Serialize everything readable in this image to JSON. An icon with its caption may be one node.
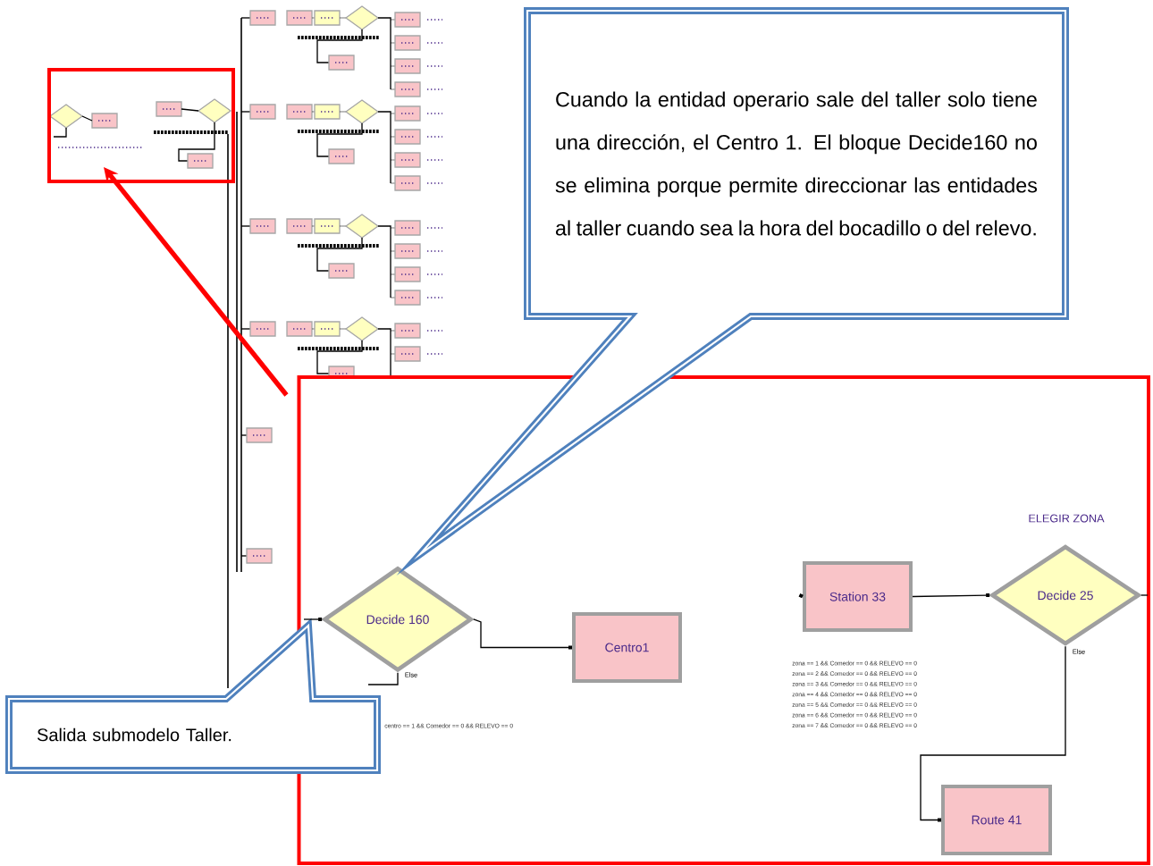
{
  "diagram": {
    "nodes": [
      {
        "text": [],
        "shape": "box"
      },
      {
        "text": [
          "Cuando la entidad operario sale del taller solo tiene una dirección, el Centro 1. El bloque Decide160 no se elimina porque permite direccionar las entidades al taller cuando sea la hora del bocadillo o del relevo."
        ]
      },
      {
        "text": [],
        "shape": "box"
      },
      {
        "text": [
          "Decide 160"
        ],
        "in": 2
      },
      {
        "text": [
          "Centro1"
        ],
        "in": 2
      },
      {
        "text": [
          "Station 33"
        ],
        "in": 2
      },
      {
        "text": [
          "Decide 25"
        ],
        "in": 2
      },
      {
        "text": [
          "Route 41"
        ],
        "in": 2
      },
      {
        "text": [
          "Salida submodelo Taller."
        ]
      }
    ],
    "edges": [
      {
        "from": 3,
        "to": 4,
        "arrow": "other"
      },
      {
        "from": null,
        "to": 3,
        "arrow": "other"
      },
      {
        "from": 3,
        "to": null,
        "arrow": "none",
        "label": "Else"
      },
      {
        "from": null,
        "to": 5,
        "arrow": "other"
      },
      {
        "from": 5,
        "to": 6,
        "arrow": "other"
      },
      {
        "from": 6,
        "to": null,
        "arrow": "none"
      },
      {
        "from": 6,
        "to": 7,
        "arrow": "other",
        "label": "Else"
      },
      {
        "from": 2,
        "to": 0,
        "arrow": "to",
        "style": "thick",
        "color": "#ff0000"
      }
    ],
    "labels": [
      "ELEGIR ZONA",
      "centro == 1 && Comedor == 0 && RELEVO == 0",
      "zona == 1 && Comedor == 0 && RELEVO == 0",
      "zona == 2 && Comedor == 0 && RELEVO == 0",
      "zona == 3 && Comedor == 0 && RELEVO == 0",
      "zona == 4 && Comedor == 0 && RELEVO == 0",
      "zona == 5 && Comedor == 0 && RELEVO == 0",
      "zona == 6 && Comedor == 0 && RELEVO == 0",
      "zona == 7 && Comedor == 0 && RELEVO == 0"
    ]
  }
}
